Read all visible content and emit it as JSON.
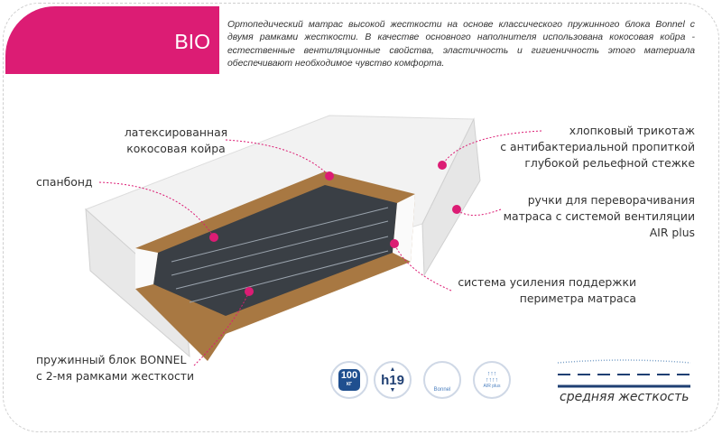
{
  "header": {
    "title": "BIO",
    "description": "Ортопедический матрас высокой жесткости на основе классического пружинного блока Bonnel с двумя рамками жесткости. В качестве основного наполнителя использована кокосовая койра - естественные вентиляционные свойства, эластичность и гигиеничность этого материала обеспечивают необходимое чувство комфорта."
  },
  "labels": {
    "latex_coir": [
      "латексированная",
      "кокосовая койра"
    ],
    "spunbond": "спанбонд",
    "spring_block": [
      "пружинный блок BONNEL",
      "с 2-мя рамками жесткости"
    ],
    "cover": [
      "хлопковый трикотаж",
      "с антибактериальной пропиткой",
      "глубокой рельефной стежке"
    ],
    "handles": [
      "ручки для переворачивания",
      "матраса с системой вентиляции",
      "AIR plus"
    ],
    "perimeter": [
      "система усиления поддержки",
      "периметра матраса"
    ]
  },
  "icons": {
    "weight": {
      "value": "100",
      "unit": "КГ"
    },
    "height": "h19",
    "bonnel": "Bonnel",
    "air": "AIR plus"
  },
  "hardness": "средняя жесткость",
  "colors": {
    "accent": "#dc1c74",
    "navy": "#1f3f73"
  }
}
